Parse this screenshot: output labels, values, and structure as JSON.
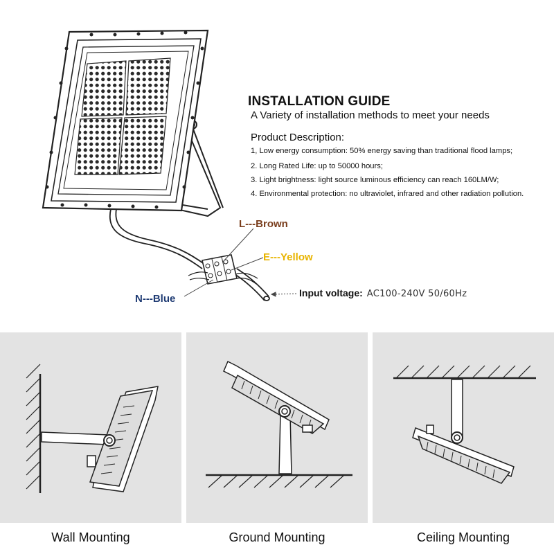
{
  "guide": {
    "title": "INSTALLATION GUIDE",
    "subtitle": "A Variety of installation methods to meet your needs"
  },
  "description": {
    "title": "Product Description:",
    "items": [
      "1, Low energy consumption: 50% energy saving than traditional flood lamps;",
      "2.  Long Rated Life: up to 50000 hours;",
      "3.  Light brightness: light source luminous efficiency can reach 160LM/W;",
      "4.  Environmental protection: no ultraviolet, infrared and other radiation pollution."
    ]
  },
  "wiring": {
    "live": "L---Brown",
    "earth": "E---Yellow",
    "neutral": "N---Blue",
    "input_label": "Input voltage:",
    "input_value": "AC100-240V  50/60Hz"
  },
  "mounting": [
    {
      "caption": "Wall Mounting"
    },
    {
      "caption": "Ground Mounting"
    },
    {
      "caption": "Ceiling Mounting"
    }
  ],
  "colors": {
    "brown": "#7a3e1d",
    "yellow": "#e8b400",
    "blue": "#1f3b73",
    "panel_bg": "#e3e3e3"
  }
}
